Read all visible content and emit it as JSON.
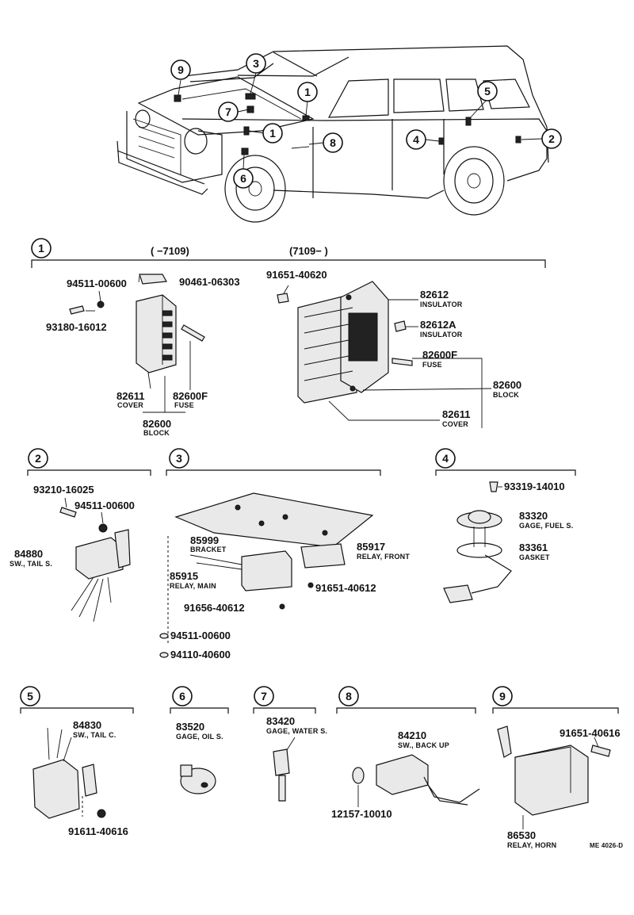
{
  "callouts": [
    "1",
    "2",
    "3",
    "4",
    "5",
    "6",
    "7",
    "8",
    "9"
  ],
  "overview_callouts": {
    "c9": "9",
    "c3": "3",
    "c7": "7",
    "c1a": "1",
    "c1b": "1",
    "c8": "8",
    "c6": "6",
    "c4": "4",
    "c5": "5",
    "c2": "2"
  },
  "section1": {
    "number": "1",
    "range_left": "(      −7109)",
    "range_right": "(7109−       )",
    "parts": {
      "p94511": "94511-00600",
      "p90461": "90461-06303",
      "p93180": "93180-16012",
      "p82611a_no": "82611",
      "p82611a_name": "COVER",
      "p82600Fa_no": "82600F",
      "p82600Fa_name": "FUSE",
      "p82600a_no": "82600",
      "p82600a_name": "BLOCK",
      "p91651": "91651-40620",
      "p82612_no": "82612",
      "p82612_name": "INSULATOR",
      "p82612A_no": "82612A",
      "p82612A_name": "INSULATOR",
      "p82600Fb_no": "82600F",
      "p82600Fb_name": "FUSE",
      "p82600b_no": "82600",
      "p82600b_name": "BLOCK",
      "p82611b_no": "82611",
      "p82611b_name": "COVER"
    }
  },
  "section2": {
    "number": "2",
    "parts": {
      "p93210": "93210-16025",
      "p94511": "94511-00600",
      "p84880_no": "84880",
      "p84880_name": "SW., TAIL S."
    }
  },
  "section3": {
    "number": "3",
    "parts": {
      "p85999_no": "85999",
      "p85999_name": "BRACKET",
      "p85917_no": "85917",
      "p85917_name": "RELAY, FRONT",
      "p85915_no": "85915",
      "p85915_name": "RELAY, MAIN",
      "p91651": "91651-40612",
      "p91656": "91656-40612",
      "p94511": "94511-00600",
      "p94110": "94110-40600"
    }
  },
  "section4": {
    "number": "4",
    "parts": {
      "p93319": "93319-14010",
      "p83320_no": "83320",
      "p83320_name": "GAGE, FUEL S.",
      "p83361_no": "83361",
      "p83361_name": "GASKET"
    }
  },
  "section5": {
    "number": "5",
    "parts": {
      "p84830_no": "84830",
      "p84830_name": "SW., TAIL C.",
      "p91611": "91611-40616"
    }
  },
  "section6": {
    "number": "6",
    "parts": {
      "p83520_no": "83520",
      "p83520_name": "GAGE, OIL S."
    }
  },
  "section7": {
    "number": "7",
    "parts": {
      "p83420_no": "83420",
      "p83420_name": "GAGE, WATER S."
    }
  },
  "section8": {
    "number": "8",
    "parts": {
      "p84210_no": "84210",
      "p84210_name": "SW., BACK UP",
      "p12157": "12157-10010"
    }
  },
  "section9": {
    "number": "9",
    "parts": {
      "p91651": "91651-40616",
      "p86530_no": "86530",
      "p86530_name": "RELAY, HORN"
    }
  },
  "footer_code": "ME  4026-D"
}
